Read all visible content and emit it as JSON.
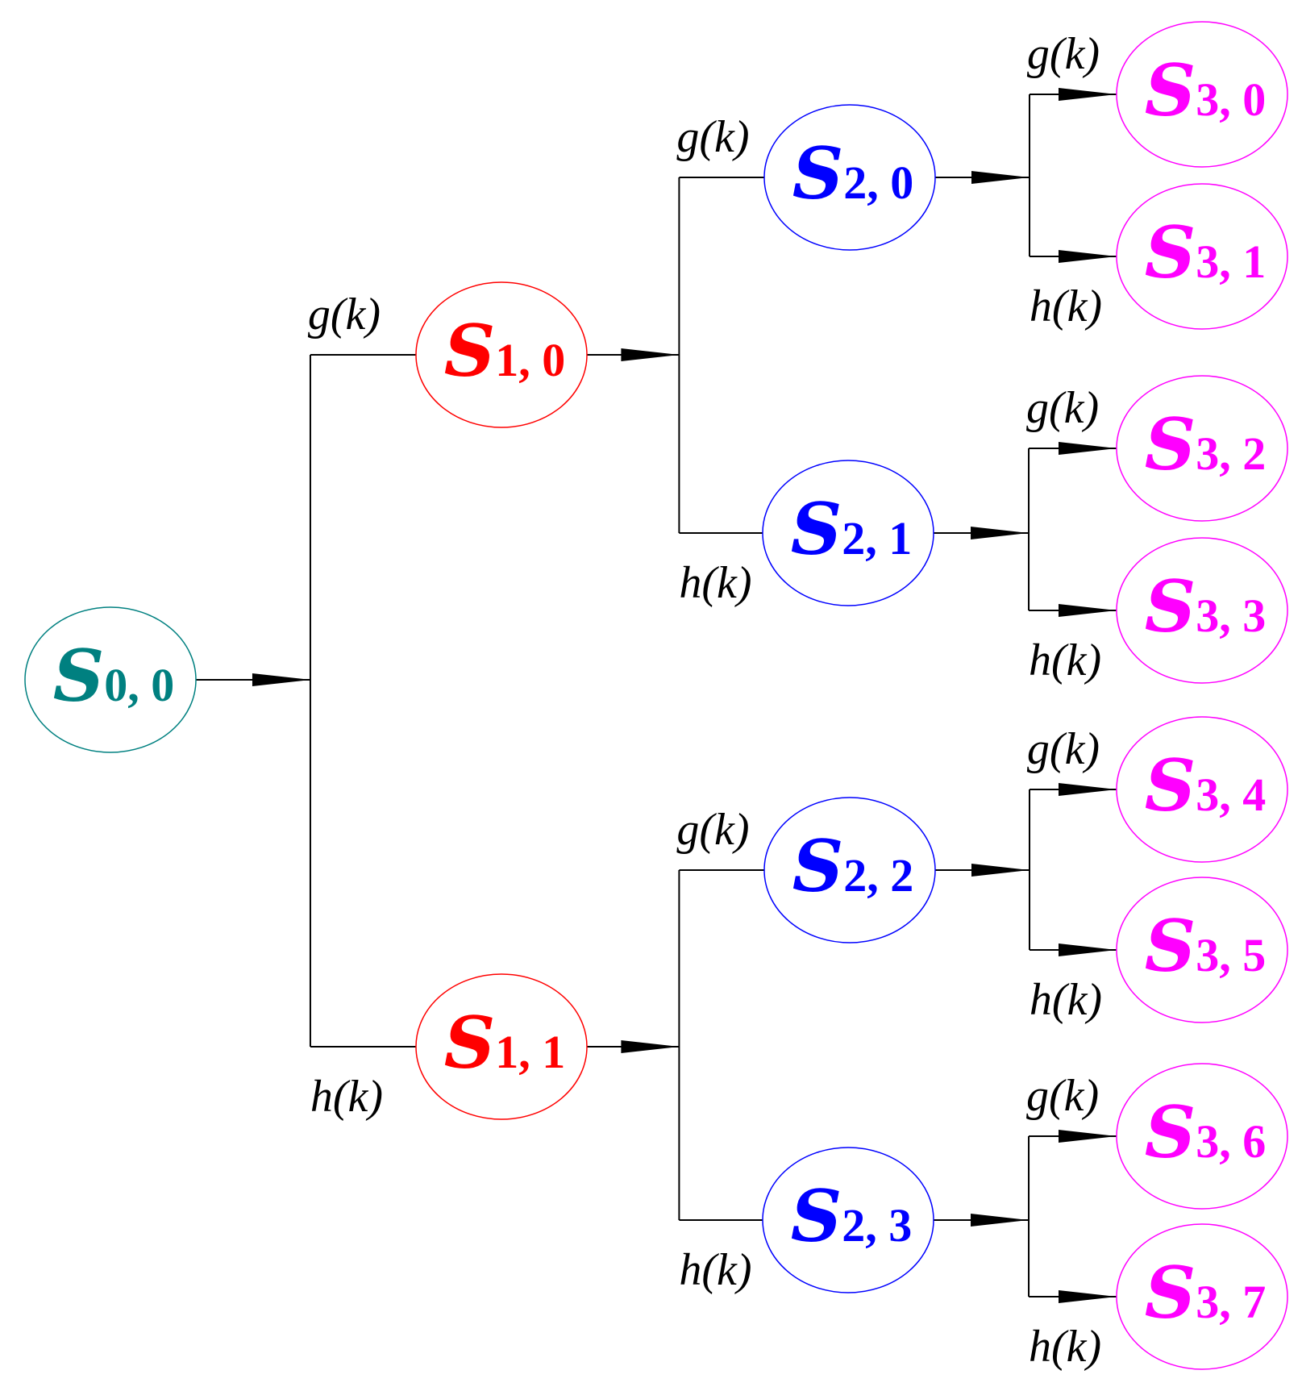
{
  "colors": {
    "level0": "#008080",
    "level1": "#ff0000",
    "level2": "#0000ff",
    "level3": "#ff00ff",
    "edge": "#000000"
  },
  "edge_labels": {
    "upper": "g(k)",
    "lower": "h(k)"
  },
  "nodes": [
    {
      "id": "S0,0",
      "letter": "S",
      "sub": "0, 0",
      "level": 0
    },
    {
      "id": "S1,0",
      "letter": "S",
      "sub": "1, 0",
      "level": 1
    },
    {
      "id": "S1,1",
      "letter": "S",
      "sub": "1, 1",
      "level": 1
    },
    {
      "id": "S2,0",
      "letter": "S",
      "sub": "2, 0",
      "level": 2
    },
    {
      "id": "S2,1",
      "letter": "S",
      "sub": "2, 1",
      "level": 2
    },
    {
      "id": "S2,2",
      "letter": "S",
      "sub": "2, 2",
      "level": 2
    },
    {
      "id": "S2,3",
      "letter": "S",
      "sub": "2, 3",
      "level": 2
    },
    {
      "id": "S3,0",
      "letter": "S",
      "sub": "3, 0",
      "level": 3
    },
    {
      "id": "S3,1",
      "letter": "S",
      "sub": "3, 1",
      "level": 3
    },
    {
      "id": "S3,2",
      "letter": "S",
      "sub": "3, 2",
      "level": 3
    },
    {
      "id": "S3,3",
      "letter": "S",
      "sub": "3, 3",
      "level": 3
    },
    {
      "id": "S3,4",
      "letter": "S",
      "sub": "3, 4",
      "level": 3
    },
    {
      "id": "S3,5",
      "letter": "S",
      "sub": "3, 5",
      "level": 3
    },
    {
      "id": "S3,6",
      "letter": "S",
      "sub": "3, 6",
      "level": 3
    },
    {
      "id": "S3,7",
      "letter": "S",
      "sub": "3, 7",
      "level": 3
    }
  ],
  "edges": [
    {
      "from": "S0,0",
      "to": "S1,0",
      "label": "g(k)"
    },
    {
      "from": "S0,0",
      "to": "S1,1",
      "label": "h(k)"
    },
    {
      "from": "S1,0",
      "to": "S2,0",
      "label": "g(k)"
    },
    {
      "from": "S1,0",
      "to": "S2,1",
      "label": "h(k)"
    },
    {
      "from": "S1,1",
      "to": "S2,2",
      "label": "g(k)"
    },
    {
      "from": "S1,1",
      "to": "S2,3",
      "label": "h(k)"
    },
    {
      "from": "S2,0",
      "to": "S3,0",
      "label": "g(k)"
    },
    {
      "from": "S2,0",
      "to": "S3,1",
      "label": "h(k)"
    },
    {
      "from": "S2,1",
      "to": "S3,2",
      "label": "g(k)"
    },
    {
      "from": "S2,1",
      "to": "S3,3",
      "label": "h(k)"
    },
    {
      "from": "S2,2",
      "to": "S3,4",
      "label": "g(k)"
    },
    {
      "from": "S2,2",
      "to": "S3,5",
      "label": "h(k)"
    },
    {
      "from": "S2,3",
      "to": "S3,6",
      "label": "g(k)"
    },
    {
      "from": "S2,3",
      "to": "S3,7",
      "label": "h(k)"
    }
  ]
}
